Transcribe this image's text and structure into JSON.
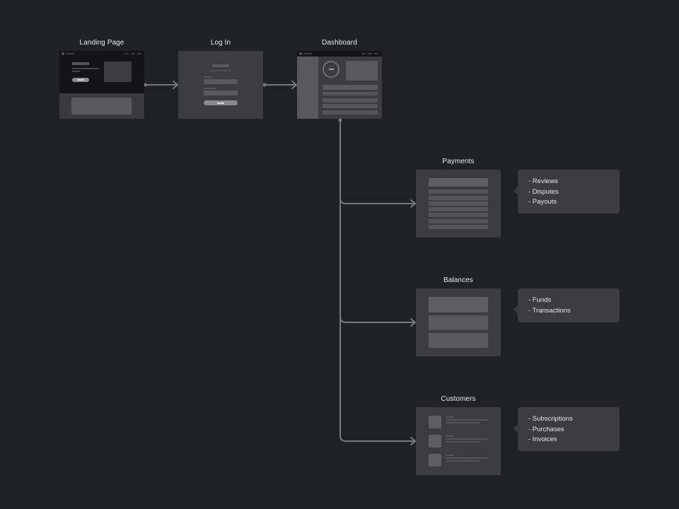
{
  "screens": {
    "landing": {
      "title": "Landing Page"
    },
    "login": {
      "title": "Log In"
    },
    "dashboard": {
      "title": "Dashboard"
    },
    "payments": {
      "title": "Payments"
    },
    "balances": {
      "title": "Balances"
    },
    "customers": {
      "title": "Customers"
    }
  },
  "notes": {
    "payments": [
      "- Reviews",
      "- Disputes",
      "- Payouts"
    ],
    "balances": [
      "- Funds",
      "- Transactions"
    ],
    "customers": [
      "- Subscriptions",
      "- Purchases",
      "- Invoices"
    ]
  },
  "colors": {
    "background": "#202123",
    "screen": "#3c3c3e",
    "block": "#5a5a5c",
    "connector": "#7a7a7c",
    "text": "#ececec"
  }
}
